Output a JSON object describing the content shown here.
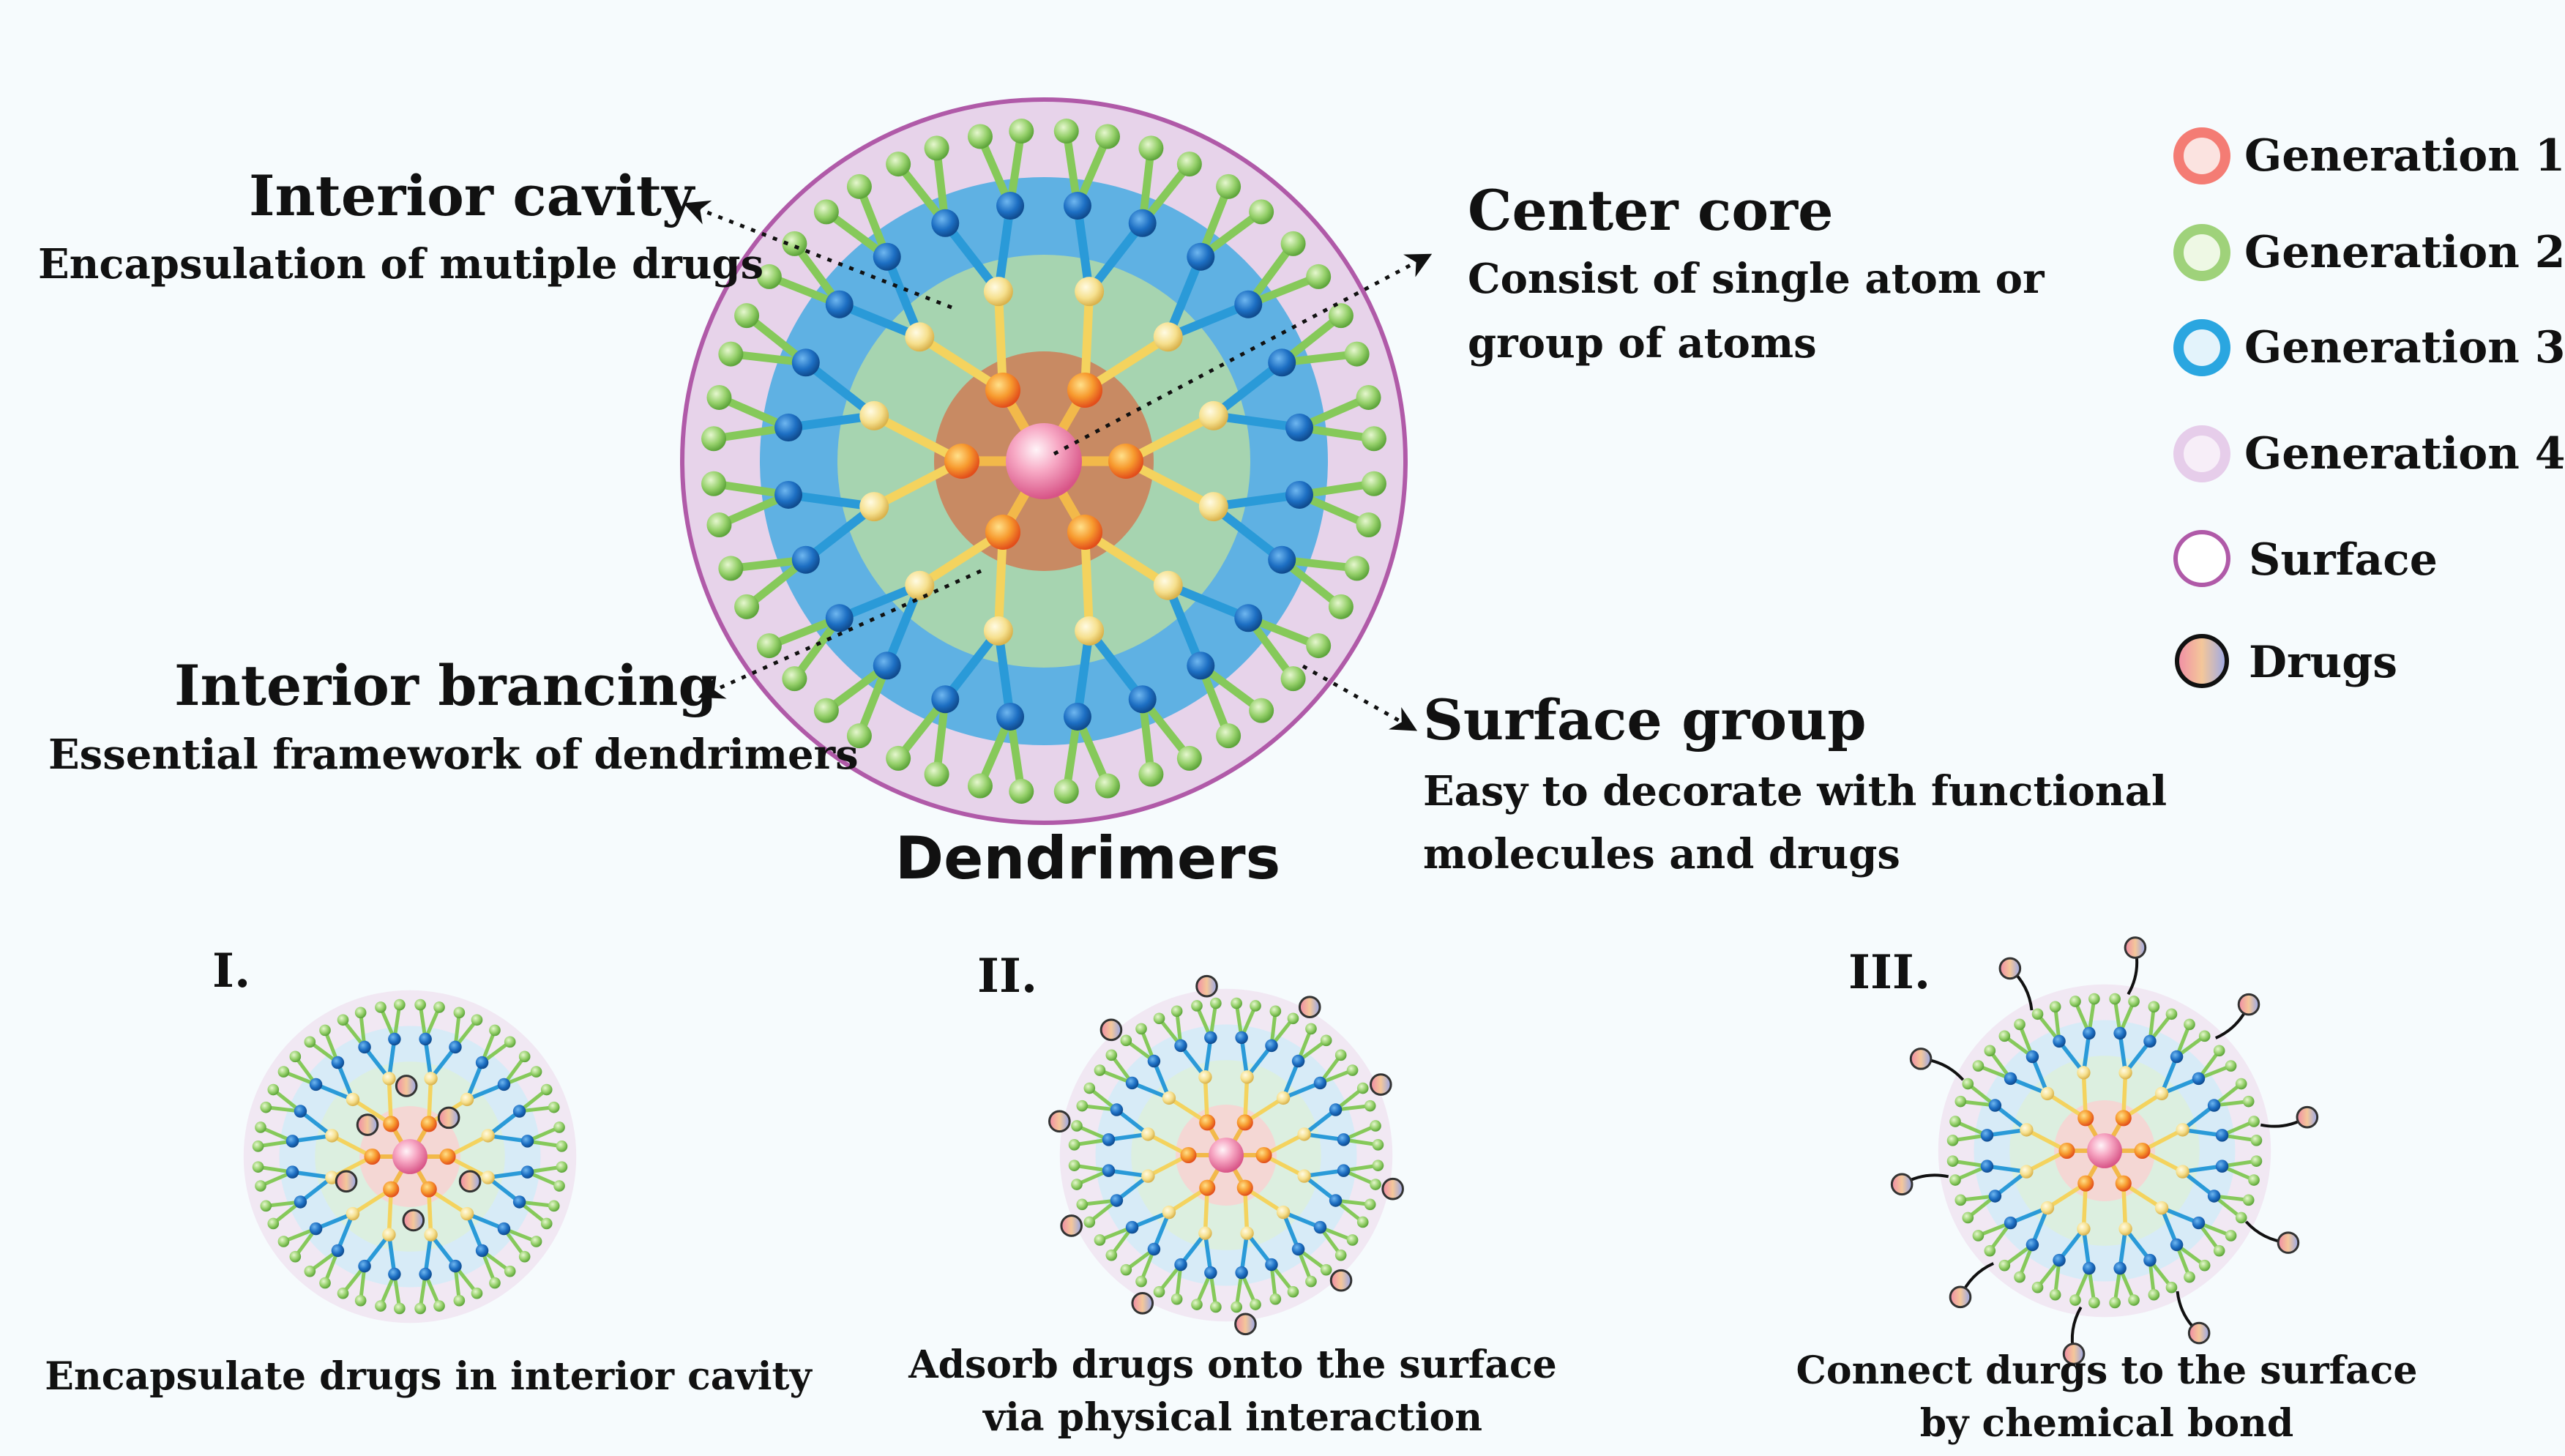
{
  "colors": {
    "generation_1": "#f47c74",
    "generation_2": "#8ccc62",
    "generation_3": "#2aa6e0",
    "generation_4": "#e6cdea",
    "surface": "#b05aa8",
    "core_ring": "#c88a63",
    "cavity_ring": "#a6d4b0",
    "blue_ring": "#5fb1e3",
    "pink_ring": "#e7d3ea",
    "yellow_bond": "#f4d35e",
    "blue_node": "#1a67b8",
    "green_node": "#8ccc62",
    "orange_node": "#f0752a",
    "core_sphere": "#f07aa2"
  },
  "labels": {
    "interior_cavity": {
      "title": "Interior cavity",
      "desc": "Encapsulation of mutiple drugs"
    },
    "center_core": {
      "title": "Center core",
      "desc_line1": "Consist of single atom or",
      "desc_line2": "group of atoms"
    },
    "interior_branching": {
      "title": "Interior brancing",
      "desc": "Essential framework of dendrimers"
    },
    "surface_group": {
      "title": "Surface group",
      "desc_line1": "Easy to decorate with functional",
      "desc_line2": "molecules and drugs"
    },
    "dendrimers": "Dendrimers"
  },
  "legend": [
    {
      "icon": "generation-1-ring-icon",
      "label": "Generation 1"
    },
    {
      "icon": "generation-2-ring-icon",
      "label": "Generation 2"
    },
    {
      "icon": "generation-3-ring-icon",
      "label": "Generation 3"
    },
    {
      "icon": "generation-4-ring-icon",
      "label": "Generation 4"
    },
    {
      "icon": "surface-ring-icon",
      "label": "Surface"
    },
    {
      "icon": "drug-sphere-icon",
      "label": "Drugs"
    }
  ],
  "panels": [
    {
      "roman": "I.",
      "caption_line1": "Encapsulate drugs in interior cavity",
      "caption_line2": ""
    },
    {
      "roman": "II.",
      "caption_line1": "Adsorb drugs onto the surface",
      "caption_line2": "via physical interaction"
    },
    {
      "roman": "III.",
      "caption_line1": "Connect durgs to the surface",
      "caption_line2": "by chemical bond"
    }
  ]
}
